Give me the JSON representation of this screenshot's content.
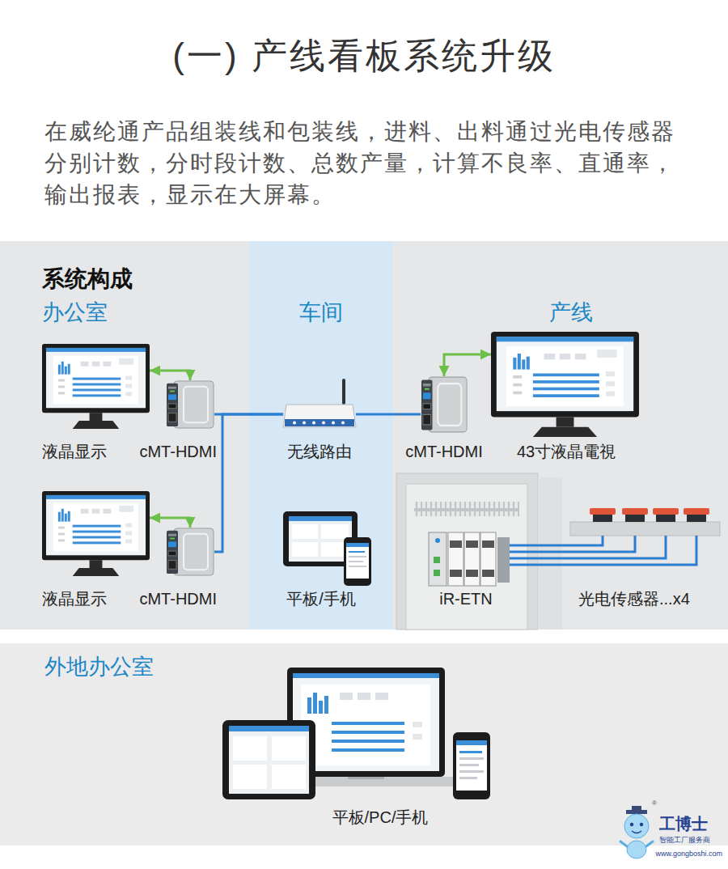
{
  "diagram": {
    "title": "(一) 产线看板系统升级",
    "nodes": [
      {
        "text": [
          "系统构成"
        ]
      },
      {
        "text": [
          "办公室"
        ],
        "in": 0
      },
      {
        "text": [
          "车间"
        ],
        "in": 0
      },
      {
        "text": [
          "产线"
        ],
        "in": 0
      },
      {
        "text": [
          "液晶显示"
        ],
        "in": 1
      },
      {
        "text": [
          "cMT-HDMI"
        ],
        "in": 1
      },
      {
        "text": [
          "液晶显示"
        ],
        "in": 1
      },
      {
        "text": [
          "cMT-HDMI"
        ],
        "in": 1
      },
      {
        "text": [
          "无线路由"
        ],
        "in": 2
      },
      {
        "text": [
          "平板/手机"
        ],
        "in": 2
      },
      {
        "text": [
          "cMT-HDMI"
        ],
        "in": 3
      },
      {
        "text": [
          "43寸液晶電視"
        ],
        "in": 3
      },
      {
        "text": [
          "iR-ETN"
        ],
        "in": 3
      },
      {
        "text": [
          "光电传感器...x4"
        ],
        "in": 3
      },
      {
        "text": [
          "外地办公室"
        ]
      },
      {
        "text": [
          "平板/PC/手机"
        ],
        "in": 14
      }
    ],
    "edges": [
      {
        "from": 4,
        "to": 5,
        "arrow": "both"
      },
      {
        "from": 6,
        "to": 7,
        "arrow": "both"
      },
      {
        "from": 5,
        "to": 8,
        "arrow": "none"
      },
      {
        "from": 7,
        "to": 8,
        "arrow": "none"
      },
      {
        "from": 8,
        "to": 10,
        "arrow": "none"
      },
      {
        "from": 10,
        "to": 11,
        "arrow": "both"
      },
      {
        "from": 12,
        "to": 13,
        "arrow": "none"
      }
    ],
    "labels": [
      "在威纶通产品组装线和包装线，进料、出料通过光电传感器 分别计数，分时段计数、总数产量，计算不良率、直通率， 输出报表，显示在大屏幕。",
      "®",
      "工博士",
      "智能工厂服务商",
      "www.gongboshi.com"
    ]
  }
}
